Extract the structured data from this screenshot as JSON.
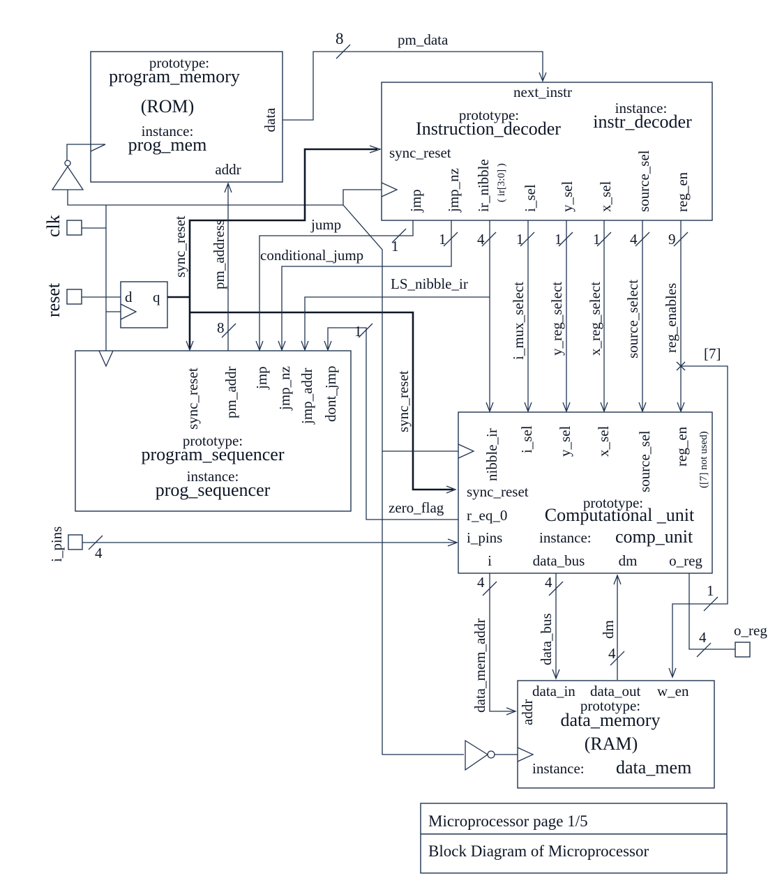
{
  "title_block": {
    "line1": "Microprocessor   page 1/5",
    "line2": "Block Diagram of Microprocessor"
  },
  "blocks": {
    "program_memory": {
      "proto_label": "prototype:",
      "prototype": "program_memory",
      "kind": "(ROM)",
      "inst_label": "instance:",
      "instance": "prog_mem",
      "ports": {
        "data": "data",
        "addr": "addr"
      }
    },
    "instruction_decoder": {
      "proto_label": "prototype:",
      "prototype": "Instruction_decoder",
      "inst_label": "instance:",
      "instance": "instr_decoder",
      "ports": {
        "next_instr": "next_instr",
        "sync_reset": "sync_reset",
        "jmp": "jmp",
        "jmp_nz": "jmp_nz",
        "ir_nibble": "ir_nibble",
        "ir_nibble_note": "( ir[3:0] )",
        "i_sel": "i_sel",
        "y_sel": "y_sel",
        "x_sel": "x_sel",
        "source_sel": "source_sel",
        "reg_en": "reg_en"
      }
    },
    "program_sequencer": {
      "proto_label": "prototype:",
      "prototype": "program_sequencer",
      "inst_label": "instance:",
      "instance": "prog_sequencer",
      "ports": {
        "sync_reset": "sync_reset",
        "pm_addr": "pm_addr",
        "jmp": "jmp",
        "jmp_nz": "jmp_nz",
        "jmp_addr": "jmp_addr",
        "dont_jmp": "dont_jmp"
      }
    },
    "computational_unit": {
      "proto_label": "prototype:",
      "prototype": "Computational _unit",
      "inst_label": "instance:",
      "instance": "comp_unit",
      "ports": {
        "nibble_ir": "nibble_ir",
        "i_sel": "i_sel",
        "y_sel": "y_sel",
        "x_sel": "x_sel",
        "source_sel": "source_sel",
        "reg_en": "reg_en",
        "reg_en_note": "([7] not used)",
        "sync_reset": "sync_reset",
        "r_eq_0": "r_eq_0",
        "i_pins": "i_pins",
        "i": "i",
        "data_bus": "data_bus",
        "dm": "dm",
        "o_reg": "o_reg"
      }
    },
    "data_memory": {
      "proto_label": "prototype:",
      "prototype": "data_memory",
      "kind": "(RAM)",
      "inst_label": "instance:",
      "instance": "data_mem",
      "ports": {
        "data_in": "data_in",
        "data_out": "data_out",
        "w_en": "w_en",
        "addr": "addr"
      }
    },
    "flip_flop": {
      "d": "d",
      "q": "q"
    }
  },
  "pins": {
    "clk": "clk",
    "reset": "reset",
    "i_pins": "i_pins",
    "o_reg": "o_reg"
  },
  "signals": {
    "pm_data": "pm_data",
    "pm_data_width": "8",
    "jump": "jump",
    "jump_width": "1",
    "conditional_jump": "conditional_jump",
    "conditional_jump_width": "1",
    "ls_nibble_ir": "LS_nibble_ir",
    "ir_nibble_width": "4",
    "i_mux_select": "i_mux_select",
    "i_mux_select_width": "1",
    "y_reg_select": "y_reg_select",
    "y_reg_select_width": "1",
    "x_reg_select": "x_reg_select",
    "x_reg_select_width": "1",
    "source_select": "source_select",
    "source_select_width": "4",
    "reg_enables": "reg_enables",
    "reg_enables_width": "9",
    "reg_enables_tap": "[7]",
    "sync_reset_a": "sync_reset",
    "sync_reset_b": "sync_reset",
    "pm_address": "pm_address",
    "pm_address_width": "8",
    "dont_jmp_width": "1",
    "zero_flag": "zero_flag",
    "i_pins_width": "4",
    "data_mem_addr": "data_mem_addr",
    "data_mem_addr_width": "4",
    "data_bus": "data_bus",
    "data_bus_width": "4",
    "dm": "dm",
    "dm_width": "4",
    "w_en_width": "1",
    "o_reg_width": "4"
  }
}
